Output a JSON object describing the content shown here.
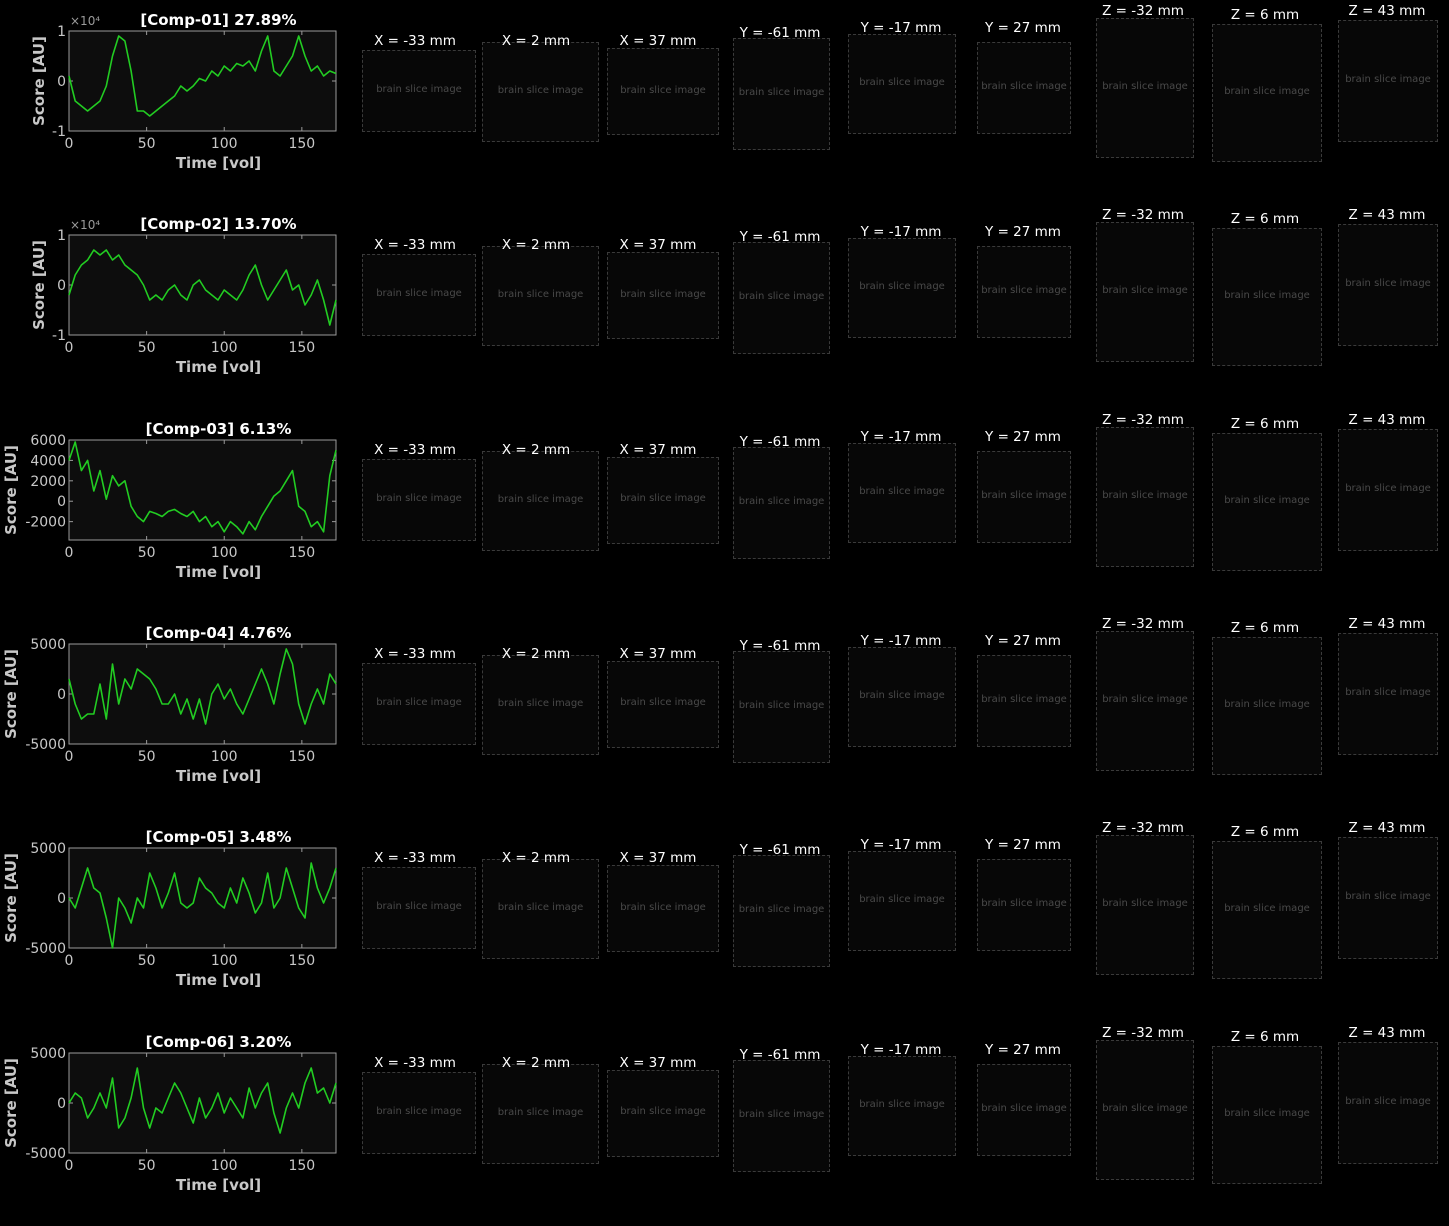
{
  "placeholder_text": "brain slice image",
  "slice_labels": [
    "X = -33 mm",
    "X = 2 mm",
    "X = 37 mm",
    "Y = -61 mm",
    "Y = -17 mm",
    "Y = 27 mm",
    "Z = -32 mm",
    "Z = 6 mm",
    "Z = 43 mm"
  ],
  "colors": {
    "line": "#22cc22",
    "axes_bg": "#0d0d0d",
    "axes_edge": "#9a9a9a",
    "tick_text": "#c8c8c8"
  },
  "chart_data": [
    {
      "type": "line",
      "title": "[Comp-01] 27.89%",
      "xlabel": "Time [vol]",
      "ylabel": "Score [AU]",
      "xlim": [
        0,
        172
      ],
      "ylim": [
        -1,
        1
      ],
      "y_multiplier_label": "×10⁴",
      "xticks": [
        0,
        50,
        100,
        150
      ],
      "yticks": [
        -1,
        0,
        1
      ],
      "grid": false,
      "series": [
        {
          "x": [
            0,
            4,
            8,
            12,
            16,
            20,
            24,
            28,
            32,
            36,
            40,
            44,
            48,
            52,
            56,
            60,
            64,
            68,
            72,
            76,
            80,
            84,
            88,
            92,
            96,
            100,
            104,
            108,
            112,
            116,
            120,
            124,
            128,
            132,
            136,
            140,
            144,
            148,
            152,
            156,
            160,
            164,
            168,
            172
          ],
          "y": [
            0.1,
            -0.4,
            -0.5,
            -0.6,
            -0.5,
            -0.4,
            -0.1,
            0.5,
            0.9,
            0.8,
            0.2,
            -0.6,
            -0.6,
            -0.7,
            -0.6,
            -0.5,
            -0.4,
            -0.3,
            -0.1,
            -0.2,
            -0.1,
            0.05,
            0.0,
            0.2,
            0.1,
            0.3,
            0.2,
            0.35,
            0.3,
            0.4,
            0.2,
            0.6,
            0.9,
            0.2,
            0.1,
            0.3,
            0.5,
            0.9,
            0.5,
            0.2,
            0.3,
            0.1,
            0.2,
            0.15
          ]
        }
      ]
    },
    {
      "type": "line",
      "title": "[Comp-02] 13.70%",
      "xlabel": "Time [vol]",
      "ylabel": "Score [AU]",
      "xlim": [
        0,
        172
      ],
      "ylim": [
        -1,
        1
      ],
      "y_multiplier_label": "×10⁴",
      "xticks": [
        0,
        50,
        100,
        150
      ],
      "yticks": [
        -1,
        0,
        1
      ],
      "grid": false,
      "series": [
        {
          "x": [
            0,
            4,
            8,
            12,
            16,
            20,
            24,
            28,
            32,
            36,
            40,
            44,
            48,
            52,
            56,
            60,
            64,
            68,
            72,
            76,
            80,
            84,
            88,
            92,
            96,
            100,
            104,
            108,
            112,
            116,
            120,
            124,
            128,
            132,
            136,
            140,
            144,
            148,
            152,
            156,
            160,
            164,
            168,
            172
          ],
          "y": [
            -0.2,
            0.2,
            0.4,
            0.5,
            0.7,
            0.6,
            0.7,
            0.5,
            0.6,
            0.4,
            0.3,
            0.2,
            0.0,
            -0.3,
            -0.2,
            -0.3,
            -0.1,
            0.0,
            -0.2,
            -0.3,
            0.0,
            0.1,
            -0.1,
            -0.2,
            -0.3,
            -0.1,
            -0.2,
            -0.3,
            -0.1,
            0.2,
            0.4,
            0.0,
            -0.3,
            -0.1,
            0.1,
            0.3,
            -0.1,
            0.0,
            -0.4,
            -0.2,
            0.1,
            -0.3,
            -0.8,
            -0.3
          ]
        }
      ]
    },
    {
      "type": "line",
      "title": "[Comp-03] 6.13%",
      "xlabel": "Time [vol]",
      "ylabel": "Score [AU]",
      "xlim": [
        0,
        172
      ],
      "ylim": [
        -3800,
        6000
      ],
      "y_multiplier_label": "",
      "xticks": [
        0,
        50,
        100,
        150
      ],
      "yticks": [
        -2000,
        0,
        2000,
        4000,
        6000
      ],
      "grid": false,
      "series": [
        {
          "x": [
            0,
            4,
            8,
            12,
            16,
            20,
            24,
            28,
            32,
            36,
            40,
            44,
            48,
            52,
            56,
            60,
            64,
            68,
            72,
            76,
            80,
            84,
            88,
            92,
            96,
            100,
            104,
            108,
            112,
            116,
            120,
            124,
            128,
            132,
            136,
            140,
            144,
            148,
            152,
            156,
            160,
            164,
            168,
            172
          ],
          "y": [
            4000,
            5800,
            3000,
            4000,
            1000,
            3000,
            200,
            2500,
            1500,
            2000,
            -500,
            -1500,
            -2000,
            -1000,
            -1200,
            -1500,
            -1000,
            -800,
            -1200,
            -1500,
            -1000,
            -2000,
            -1500,
            -2500,
            -2000,
            -3000,
            -2000,
            -2500,
            -3200,
            -2000,
            -2800,
            -1500,
            -500,
            500,
            1000,
            2000,
            3000,
            -500,
            -1000,
            -2500,
            -2000,
            -3000,
            2500,
            5000
          ]
        }
      ]
    },
    {
      "type": "line",
      "title": "[Comp-04] 4.76%",
      "xlabel": "Time [vol]",
      "ylabel": "Score [AU]",
      "xlim": [
        0,
        172
      ],
      "ylim": [
        -5000,
        5000
      ],
      "y_multiplier_label": "",
      "xticks": [
        0,
        50,
        100,
        150
      ],
      "yticks": [
        -5000,
        0,
        5000
      ],
      "grid": false,
      "series": [
        {
          "x": [
            0,
            4,
            8,
            12,
            16,
            20,
            24,
            28,
            32,
            36,
            40,
            44,
            48,
            52,
            56,
            60,
            64,
            68,
            72,
            76,
            80,
            84,
            88,
            92,
            96,
            100,
            104,
            108,
            112,
            116,
            120,
            124,
            128,
            132,
            136,
            140,
            144,
            148,
            152,
            156,
            160,
            164,
            168,
            172
          ],
          "y": [
            1500,
            -1000,
            -2500,
            -2000,
            -2000,
            1000,
            -2500,
            3000,
            -1000,
            1500,
            500,
            2500,
            2000,
            1500,
            500,
            -1000,
            -1000,
            0,
            -2000,
            -500,
            -2500,
            -500,
            -3000,
            0,
            1000,
            -500,
            500,
            -1000,
            -2000,
            -500,
            1000,
            2500,
            1000,
            -1000,
            2000,
            4500,
            3000,
            -1000,
            -3000,
            -1000,
            500,
            -1000,
            2000,
            1000
          ]
        }
      ]
    },
    {
      "type": "line",
      "title": "[Comp-05] 3.48%",
      "xlabel": "Time [vol]",
      "ylabel": "Score [AU]",
      "xlim": [
        0,
        172
      ],
      "ylim": [
        -5000,
        5000
      ],
      "y_multiplier_label": "",
      "xticks": [
        0,
        50,
        100,
        150
      ],
      "yticks": [
        -5000,
        0,
        5000
      ],
      "grid": false,
      "series": [
        {
          "x": [
            0,
            4,
            8,
            12,
            16,
            20,
            24,
            28,
            32,
            36,
            40,
            44,
            48,
            52,
            56,
            60,
            64,
            68,
            72,
            76,
            80,
            84,
            88,
            92,
            96,
            100,
            104,
            108,
            112,
            116,
            120,
            124,
            128,
            132,
            136,
            140,
            144,
            148,
            152,
            156,
            160,
            164,
            168,
            172
          ],
          "y": [
            0,
            -1000,
            1000,
            3000,
            1000,
            500,
            -2000,
            -5000,
            0,
            -1000,
            -2500,
            0,
            -1000,
            2500,
            1000,
            -1000,
            500,
            2500,
            -500,
            -1000,
            -500,
            2000,
            1000,
            500,
            -500,
            -1000,
            1000,
            -500,
            2000,
            500,
            -1500,
            -500,
            2500,
            -1000,
            0,
            3000,
            1000,
            -1000,
            -2000,
            3500,
            1000,
            -500,
            1000,
            3000
          ]
        }
      ]
    },
    {
      "type": "line",
      "title": "[Comp-06] 3.20%",
      "xlabel": "Time [vol]",
      "ylabel": "Score [AU]",
      "xlim": [
        0,
        172
      ],
      "ylim": [
        -5000,
        5000
      ],
      "y_multiplier_label": "",
      "xticks": [
        0,
        50,
        100,
        150
      ],
      "yticks": [
        -5000,
        0,
        5000
      ],
      "grid": false,
      "series": [
        {
          "x": [
            0,
            4,
            8,
            12,
            16,
            20,
            24,
            28,
            32,
            36,
            40,
            44,
            48,
            52,
            56,
            60,
            64,
            68,
            72,
            76,
            80,
            84,
            88,
            92,
            96,
            100,
            104,
            108,
            112,
            116,
            120,
            124,
            128,
            132,
            136,
            140,
            144,
            148,
            152,
            156,
            160,
            164,
            168,
            172
          ],
          "y": [
            0,
            1000,
            500,
            -1500,
            -500,
            1000,
            -500,
            2500,
            -2500,
            -1500,
            500,
            3500,
            -500,
            -2500,
            -500,
            -1000,
            500,
            2000,
            1000,
            -500,
            -2000,
            500,
            -1500,
            -500,
            1000,
            -1000,
            500,
            -500,
            -1500,
            1500,
            -500,
            1000,
            2000,
            -1000,
            -3000,
            -500,
            1000,
            -500,
            2000,
            3500,
            1000,
            1500,
            0,
            2000
          ]
        }
      ]
    }
  ]
}
